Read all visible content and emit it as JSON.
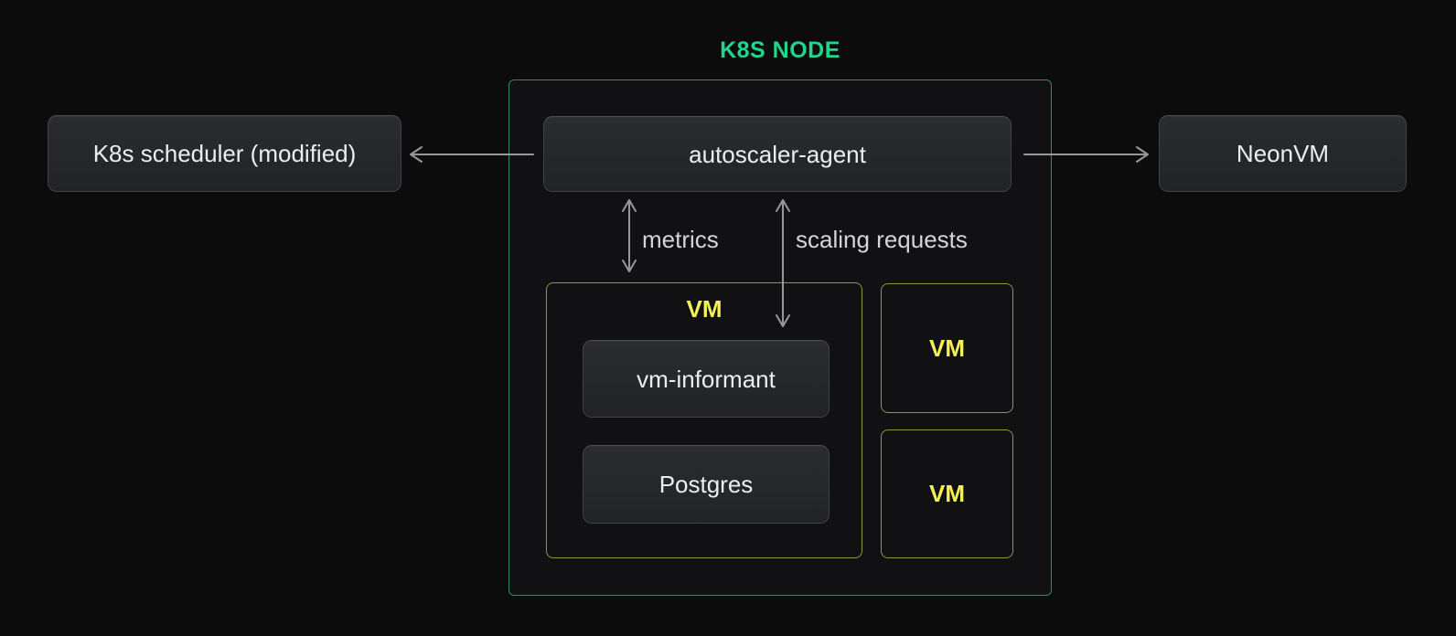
{
  "diagram": {
    "title": "K8S NODE",
    "nodes": {
      "scheduler": "K8s scheduler (modified)",
      "autoscaler": "autoscaler-agent",
      "neonvm": "NeonVM",
      "vm_main_label": "VM",
      "vm_informant": "vm-informant",
      "postgres": "Postgres",
      "vm_small_1": "VM",
      "vm_small_2": "VM"
    },
    "edges": {
      "metrics_label": "metrics",
      "scaling_label": "scaling requests"
    },
    "colors": {
      "background": "#0c0c0d",
      "node_bg": "#111113",
      "node_border_green": "#2a8f63",
      "title_green": "#1fd78c",
      "vm_border_yellow": "#99923f",
      "vm_label_yellow": "#f4ee58",
      "box_border": "#3f4246",
      "box_text": "#eceded",
      "arrow_gray": "#98999c",
      "edge_label": "#d4d5d7"
    }
  }
}
